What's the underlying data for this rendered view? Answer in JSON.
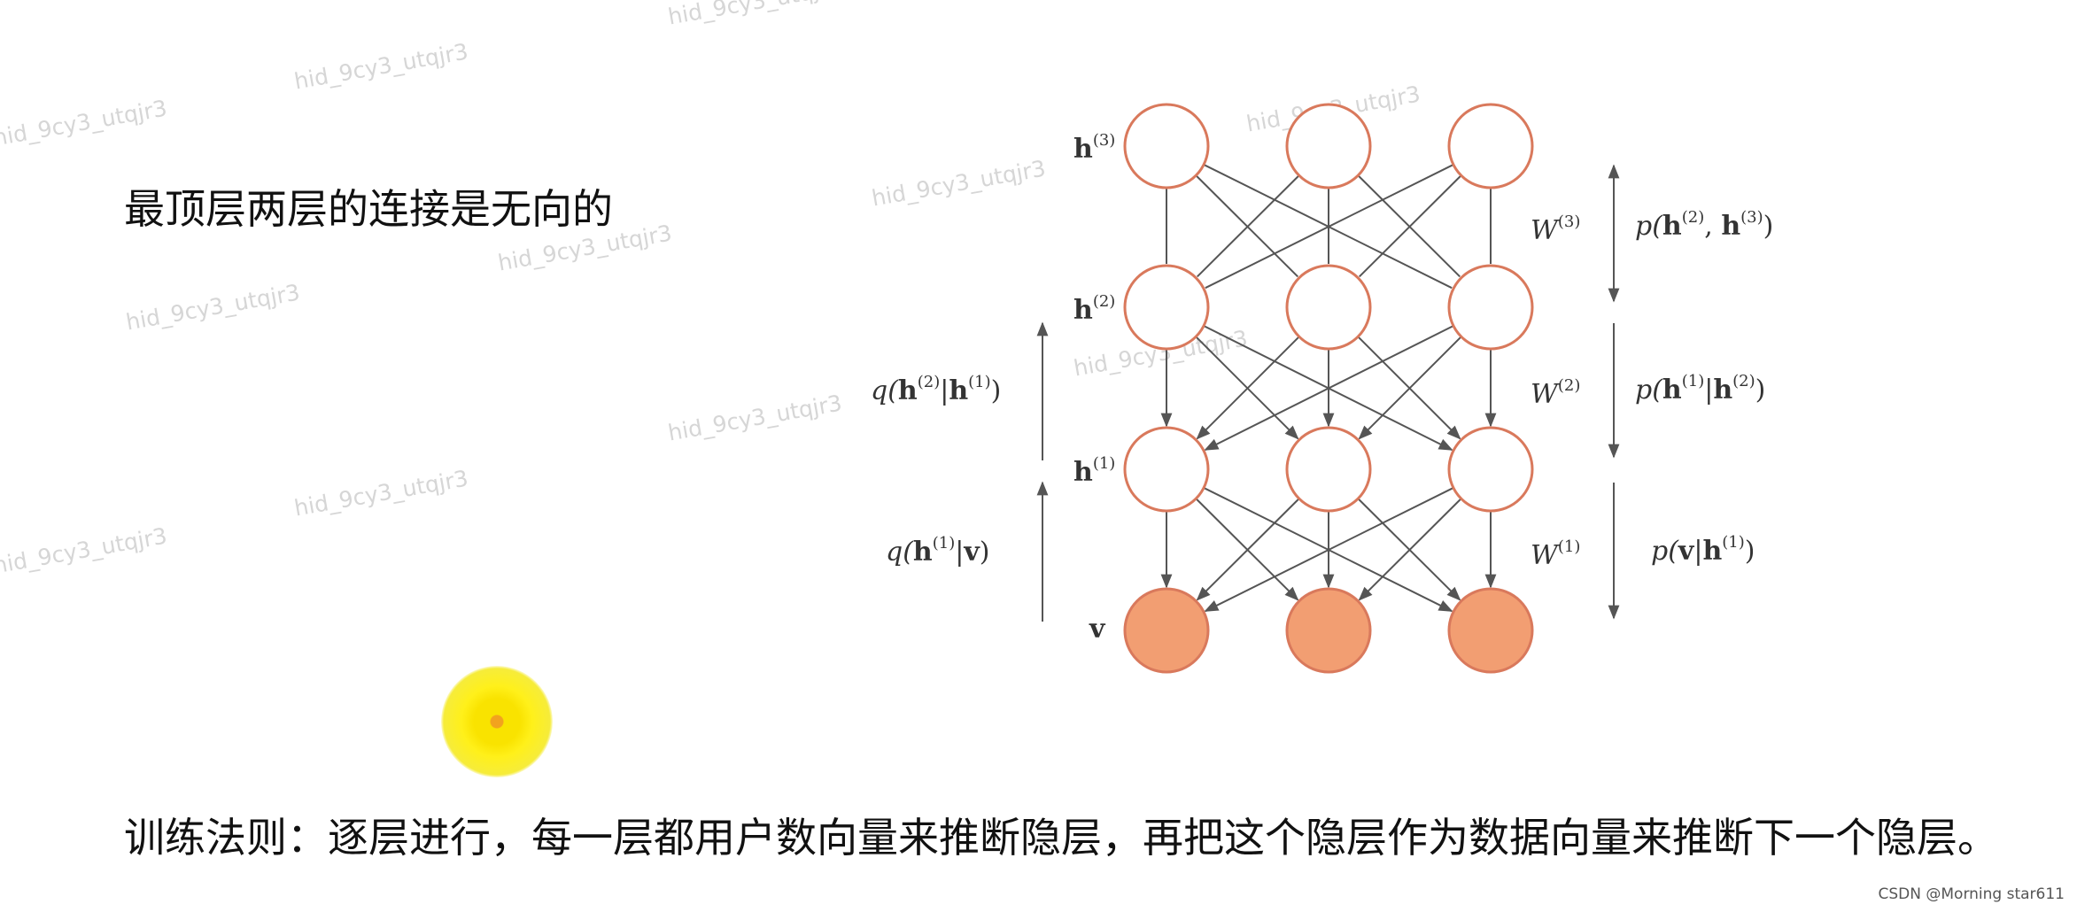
{
  "top_text": "最顶层两层的连接是无向的",
  "bottom_text": "训练法则：逐层进行，每一层都用户数向量来推断隐层，再把这个隐层作为数据向量来推断下一个隐层。",
  "credit": "CSDN @Morning star611",
  "watermark": "hid_9cy3_utqjr3",
  "diagram": {
    "layer_labels": {
      "h3": {
        "base": "h",
        "sup": "(3)"
      },
      "h2": {
        "base": "h",
        "sup": "(2)"
      },
      "h1": {
        "base": "h",
        "sup": "(1)"
      },
      "v": {
        "base": "v"
      }
    },
    "left_labels": {
      "q2": {
        "pre": "q(",
        "b1": "h",
        "s1": "(2)",
        "mid": "|",
        "b2": "h",
        "s2": "(1)",
        "post": ")"
      },
      "q1": {
        "pre": "q(",
        "b1": "h",
        "s1": "(1)",
        "mid": "|",
        "b2": "v",
        "post": ")"
      }
    },
    "weights": {
      "w3": {
        "base": "W",
        "sup": "(3)"
      },
      "w2": {
        "base": "W",
        "sup": "(2)"
      },
      "w1": {
        "base": "W",
        "sup": "(1)"
      }
    },
    "right_labels": {
      "p3": {
        "pre": "p(",
        "b1": "h",
        "s1": "(2)",
        "mid": ", ",
        "b2": "h",
        "s2": "(3)",
        "post": ")"
      },
      "p2": {
        "pre": "p(",
        "b1": "h",
        "s1": "(1)",
        "mid": "|",
        "b2": "h",
        "s2": "(2)",
        "post": ")"
      },
      "p1": {
        "pre": "p(",
        "b1": "v",
        "mid": "|",
        "b2": "h",
        "s2": "(1)",
        "post": ")"
      }
    },
    "colors": {
      "hidden_stroke": "#d9795c",
      "visible_fill": "#f29e72",
      "edge": "#555555"
    }
  }
}
